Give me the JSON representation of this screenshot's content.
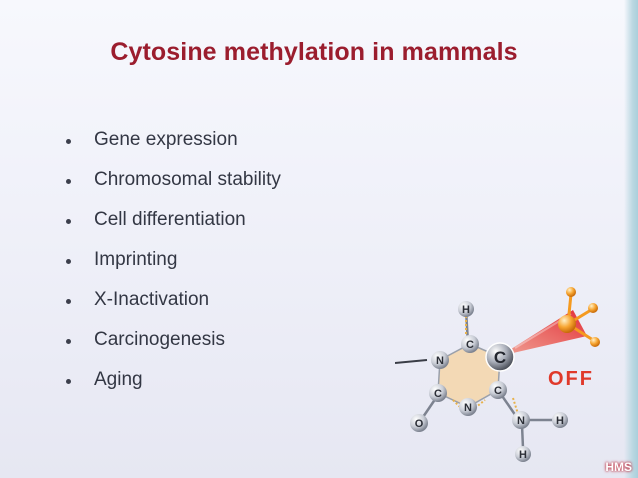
{
  "slide": {
    "title": "Cytosine methylation in mammals",
    "bullets": [
      "Gene expression",
      "Chromosomal stability",
      "Cell differentiation",
      "Imprinting",
      "X-Inactivation",
      "Carcinogenesis",
      "Aging"
    ]
  },
  "diagram": {
    "atoms": {
      "h_top": "H",
      "c_top": "C",
      "c_mod": "C",
      "n_left": "N",
      "c_right": "C",
      "c_left": "C",
      "n_bottom": "N",
      "o": "O",
      "n_amine": "N",
      "h_amine_right": "H",
      "h_amine_bottom": "H"
    },
    "off_label": "OFF",
    "colors": {
      "off_text": "#e0392a",
      "ring_fill": "#f3d9b5",
      "methyl_group": "#f59a1f"
    }
  },
  "footer": {
    "logo": "HMS"
  },
  "colors": {
    "title": "#9b1d2e",
    "bullet_text": "#333744"
  }
}
